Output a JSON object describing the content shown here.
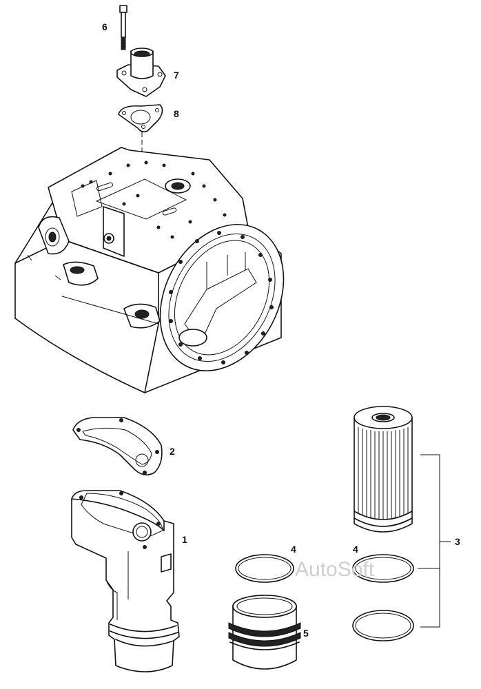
{
  "callouts": {
    "bolt": "6",
    "flange": "7",
    "flange_gasket": "8",
    "housing_gasket": "2",
    "filter_housing": "1",
    "filter_assembly": "3",
    "o_ring_left": "4",
    "o_ring_right": "4",
    "filter_cap": "5"
  },
  "watermark": "AutoSoft"
}
